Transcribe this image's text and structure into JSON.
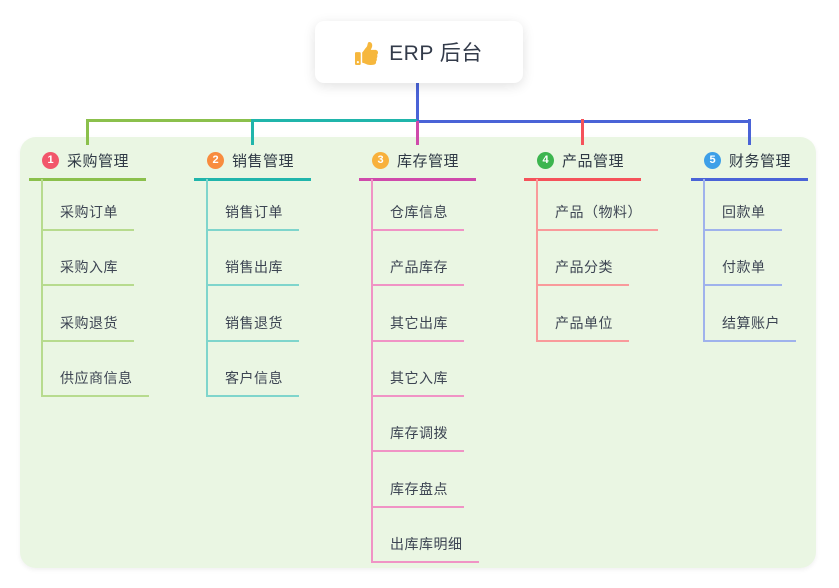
{
  "root": {
    "title": "ERP 后台",
    "icon": "thumbs-up"
  },
  "branches": [
    {
      "index": "1",
      "label": "采购管理",
      "badge_color": "#f2566b",
      "line_color": "#8bc04c",
      "child_line_color": "#b7db8e",
      "children": [
        "采购订单",
        "采购入库",
        "采购退货",
        "供应商信息"
      ]
    },
    {
      "index": "2",
      "label": "销售管理",
      "badge_color": "#f88c3e",
      "line_color": "#20b5ab",
      "child_line_color": "#7fd5cc",
      "children": [
        "销售订单",
        "销售出库",
        "销售退货",
        "客户信息"
      ]
    },
    {
      "index": "3",
      "label": "库存管理",
      "badge_color": "#f8b13c",
      "line_color": "#cf4aab",
      "child_line_color": "#f093c5",
      "children": [
        "仓库信息",
        "产品库存",
        "其它出库",
        "其它入库",
        "库存调拨",
        "库存盘点",
        "出库库明细"
      ]
    },
    {
      "index": "4",
      "label": "产品管理",
      "badge_color": "#3db54f",
      "line_color": "#f5525a",
      "child_line_color": "#f99a9b",
      "children": [
        "产品（物料）",
        "产品分类",
        "产品单位"
      ]
    },
    {
      "index": "5",
      "label": "财务管理",
      "badge_color": "#3d9fe8",
      "line_color": "#4a63d7",
      "child_line_color": "#9fb2ec",
      "children": [
        "回款单",
        "付款单",
        "结算账户"
      ]
    }
  ],
  "colors": {
    "canvas_background": "#ffffff",
    "panel_background": "#eaf6e3",
    "root_connector": "#4a63d7",
    "title_text": "#333b4a",
    "thumb_icon": "#f6b73d"
  }
}
